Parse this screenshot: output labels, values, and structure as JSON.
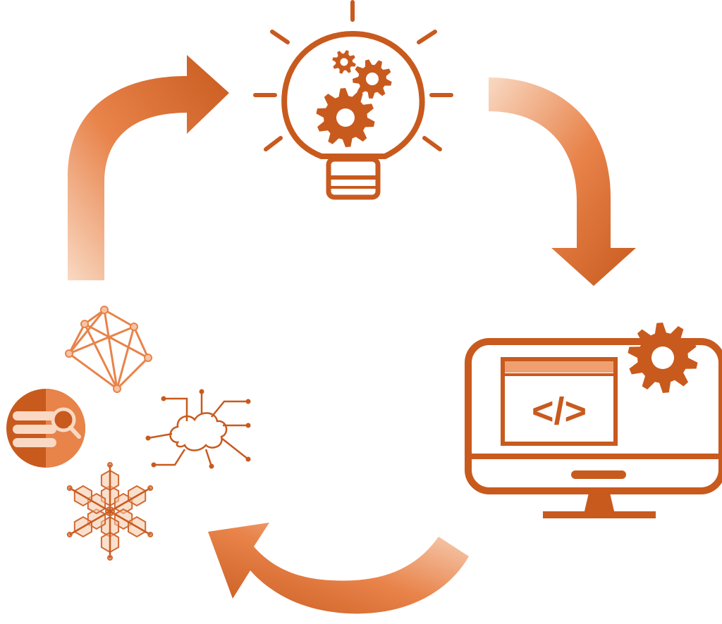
{
  "diagram": {
    "type": "cycle",
    "nodes": [
      {
        "id": "idea",
        "icon": "lightbulb-gears-icon"
      },
      {
        "id": "development",
        "icon": "monitor-code-gear-icon",
        "screen_text": "</>"
      },
      {
        "id": "data-ai",
        "icons": [
          "network-mesh-icon",
          "database-search-icon",
          "cloud-circuit-icon",
          "hexagon-snowflake-icon"
        ]
      }
    ],
    "arrows": [
      {
        "from": "data-ai",
        "to": "idea",
        "icon": "curved-arrow-up-right-icon"
      },
      {
        "from": "idea",
        "to": "development",
        "icon": "curved-arrow-down-icon"
      },
      {
        "from": "development",
        "to": "data-ai",
        "icon": "curved-arrow-left-icon"
      }
    ]
  },
  "colors": {
    "primary": "#C85A1E",
    "light": "#F5C4A4",
    "mid": "#E8834A"
  }
}
